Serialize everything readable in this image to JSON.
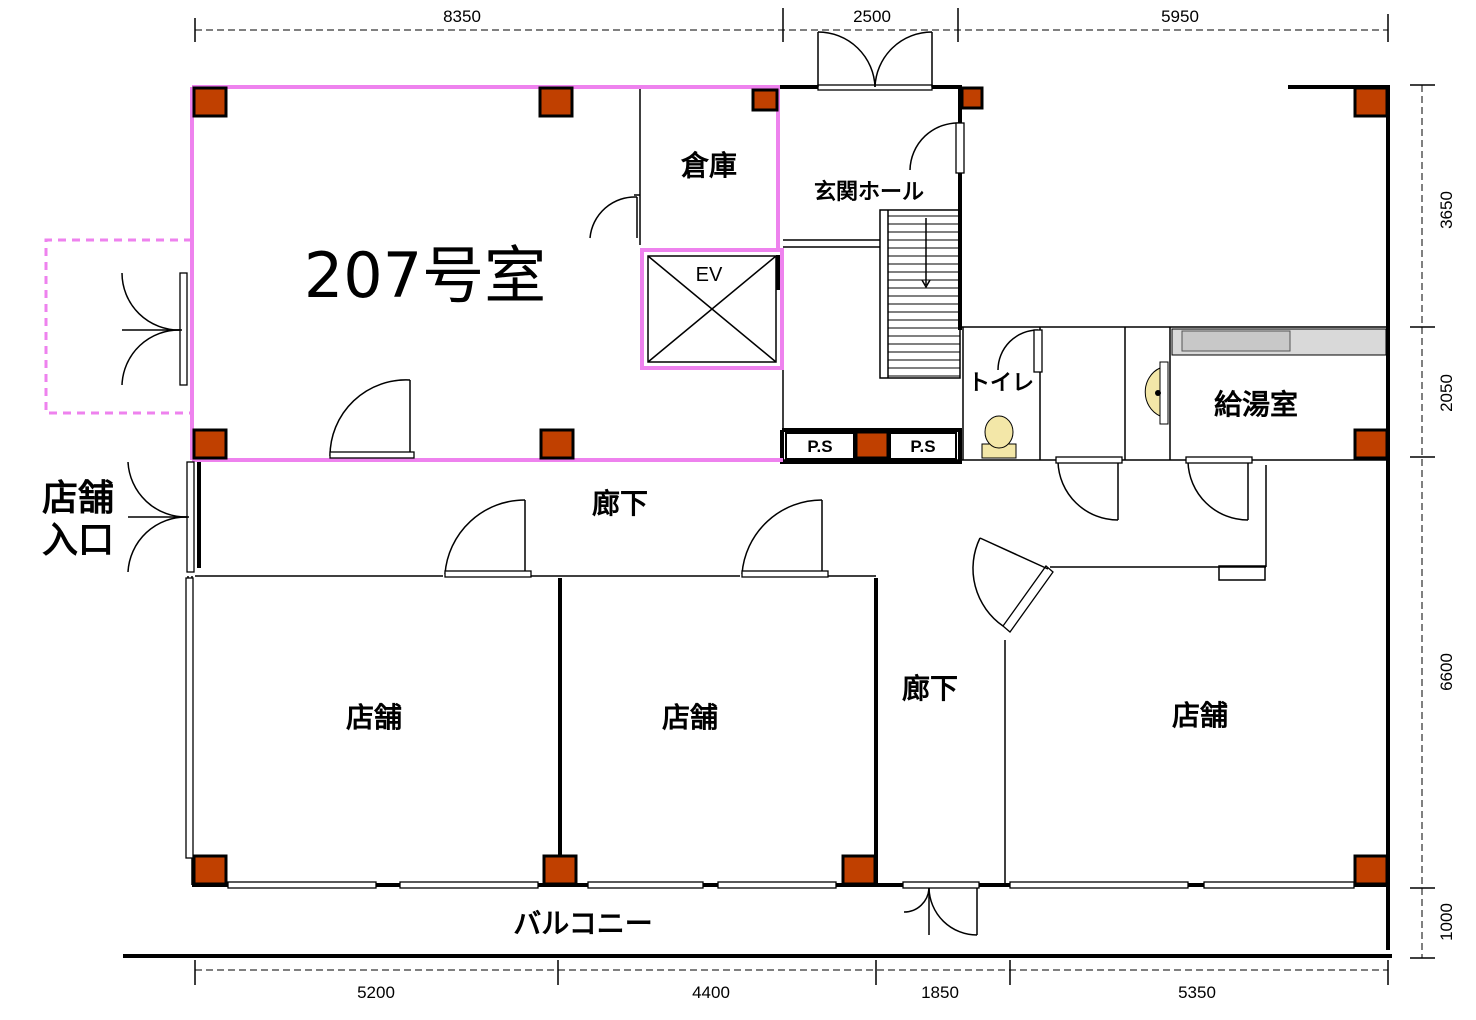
{
  "dimensions": {
    "top": [
      "8350",
      "2500",
      "5950"
    ],
    "bottom": [
      "5200",
      "4400",
      "1850",
      "5350"
    ],
    "right": [
      "3650",
      "2050",
      "6600",
      "1000"
    ]
  },
  "rooms": {
    "unit": "207号室",
    "storage": "倉庫",
    "entrance_hall": "玄関ホール",
    "elevator": "EV",
    "toilet": "トイレ",
    "kitchenette": "給湯室",
    "pipe_space_1": "P.S",
    "pipe_space_2": "P.S",
    "corridor_top": "廊下",
    "corridor_middle": "廊下",
    "shop_1": "店舗",
    "shop_2": "店舗",
    "shop_3": "店舗",
    "balcony": "バルコニー",
    "shop_entrance_line1": "店舗",
    "shop_entrance_line2": "入口"
  },
  "colors": {
    "column": "#c04000",
    "highlight_outline": "#ee82ee",
    "walls": "#000000"
  },
  "icons": [
    "column-icon",
    "door-swing-icon",
    "elevator-cross-icon",
    "stair-arrow-icon",
    "toilet-icon",
    "sink-icon"
  ]
}
